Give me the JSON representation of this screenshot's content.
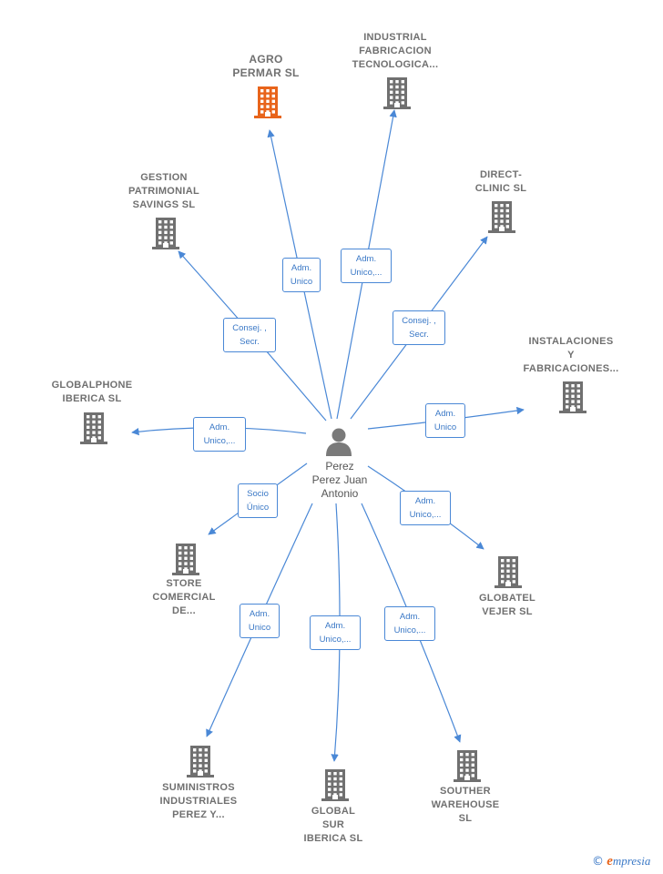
{
  "center": {
    "name_lines": [
      "Perez",
      "Perez Juan",
      "Antonio"
    ],
    "icon": "person-icon"
  },
  "companies": [
    {
      "id": "agro",
      "lines": [
        "AGRO",
        "PERMAR  SL"
      ],
      "color": "#e8641b",
      "highlight": true
    },
    {
      "id": "industrial",
      "lines": [
        "INDUSTRIAL",
        "FABRICACION",
        "TECNOLOGICA..."
      ],
      "color": "#707070"
    },
    {
      "id": "gestion",
      "lines": [
        "GESTION",
        "PATRIMONIAL",
        "SAVINGS SL"
      ],
      "color": "#707070"
    },
    {
      "id": "direct",
      "lines": [
        "DIRECT-",
        "CLINIC  SL"
      ],
      "color": "#707070"
    },
    {
      "id": "instalaciones",
      "lines": [
        "INSTALACIONES",
        "Y",
        "FABRICACIONES..."
      ],
      "color": "#707070"
    },
    {
      "id": "globalphone",
      "lines": [
        "GLOBALPHONE",
        "IBERICA  SL"
      ],
      "color": "#707070"
    },
    {
      "id": "store",
      "lines": [
        "STORE",
        "COMERCIAL",
        "DE..."
      ],
      "color": "#707070"
    },
    {
      "id": "globatel",
      "lines": [
        "GLOBATEL",
        "VEJER  SL"
      ],
      "color": "#707070"
    },
    {
      "id": "suministros",
      "lines": [
        "SUMINISTROS",
        "INDUSTRIALES",
        "PEREZ Y..."
      ],
      "color": "#707070"
    },
    {
      "id": "globalsur",
      "lines": [
        "GLOBAL",
        "SUR",
        "IBERICA  SL"
      ],
      "color": "#707070"
    },
    {
      "id": "southern",
      "lines": [
        "SOUTHER",
        "WAREHOUSE",
        "SL"
      ],
      "color": "#707070"
    }
  ],
  "relations": [
    {
      "to": "agro",
      "lines": [
        "Adm.",
        "Unico"
      ]
    },
    {
      "to": "industrial",
      "lines": [
        "Adm.",
        "Unico,..."
      ]
    },
    {
      "to": "gestion",
      "lines": [
        "Consej. ,",
        "Secr."
      ]
    },
    {
      "to": "direct",
      "lines": [
        "Consej. ,",
        "Secr."
      ]
    },
    {
      "to": "instalaciones",
      "lines": [
        "Adm.",
        "Unico"
      ]
    },
    {
      "to": "globalphone",
      "lines": [
        "Adm.",
        "Unico,..."
      ]
    },
    {
      "to": "store",
      "lines": [
        "Socio",
        "Único"
      ]
    },
    {
      "to": "globatel",
      "lines": [
        "Adm.",
        "Unico,..."
      ]
    },
    {
      "to": "suministros",
      "lines": [
        "Adm.",
        "Unico"
      ]
    },
    {
      "to": "globalsur",
      "lines": [
        "Adm.",
        "Unico,..."
      ]
    },
    {
      "to": "southern",
      "lines": [
        "Adm.",
        "Unico,..."
      ]
    }
  ],
  "footer": {
    "copyright": "©",
    "brand_first": "e",
    "brand_rest": "mpresia"
  }
}
